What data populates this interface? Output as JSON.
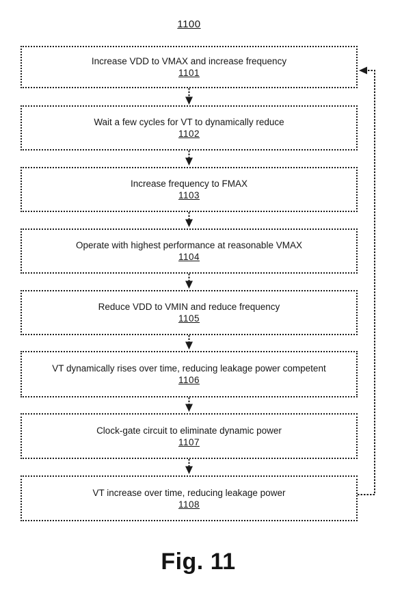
{
  "figure": {
    "diagram_label": "1100",
    "caption": "Fig. 11"
  },
  "flowchart": {
    "steps": [
      {
        "label": "Increase VDD to VMAX and increase frequency",
        "ref": "1101"
      },
      {
        "label": "Wait a few cycles for VT to dynamically reduce",
        "ref": "1102"
      },
      {
        "label": "Increase frequency to FMAX",
        "ref": "1103"
      },
      {
        "label": "Operate with highest performance at reasonable VMAX",
        "ref": "1104"
      },
      {
        "label": "Reduce VDD to VMIN and reduce frequency",
        "ref": "1105"
      },
      {
        "label": "VT dynamically rises over time, reducing leakage power competent",
        "ref": "1106"
      },
      {
        "label": "Clock-gate circuit to eliminate dynamic power",
        "ref": "1107"
      },
      {
        "label": "VT increase over time, reducing leakage power",
        "ref": "1108"
      }
    ],
    "flow": "1101 -> 1102 -> 1103 -> 1104 -> 1105 -> 1106 -> 1107 -> 1108 -> loop back to 1101"
  },
  "colors": {
    "ink": "#1b1b1b",
    "background": "#ffffff"
  }
}
